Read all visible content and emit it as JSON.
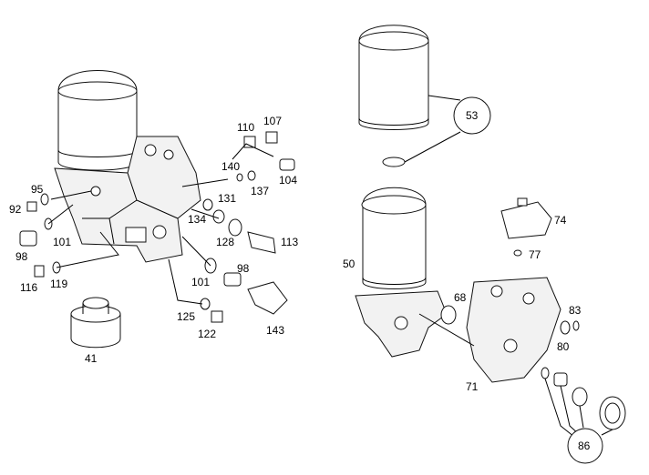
{
  "diagram": {
    "labels": {
      "l41": "41",
      "l50": "50",
      "l53": "53",
      "l68": "68",
      "l71": "71",
      "l74": "74",
      "l77": "77",
      "l80": "80",
      "l83": "83",
      "l86": "86",
      "l92": "92",
      "l95": "95",
      "l98a": "98",
      "l98b": "98",
      "l101a": "101",
      "l101b": "101",
      "l104": "104",
      "l107": "107",
      "l110": "110",
      "l113": "113",
      "l116": "116",
      "l119": "119",
      "l122": "122",
      "l125": "125",
      "l128": "128",
      "l131": "131",
      "l134": "134",
      "l137": "137",
      "l140": "140",
      "l143": "143"
    }
  }
}
